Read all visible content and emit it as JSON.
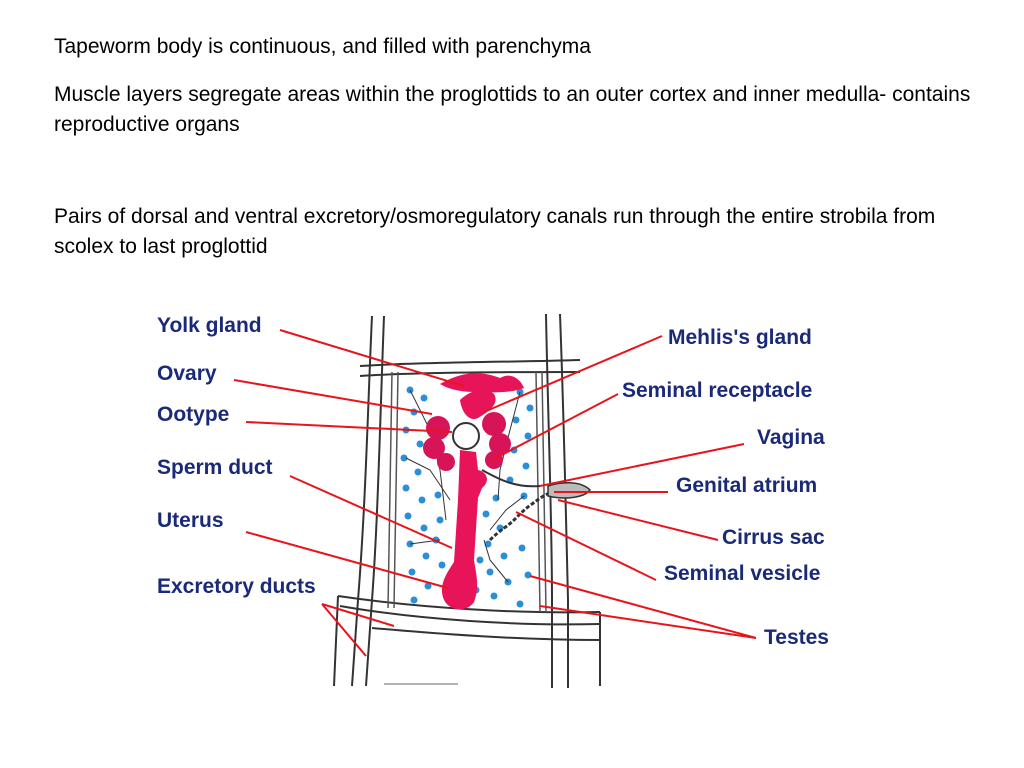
{
  "text": {
    "p1": "Tapeworm body is continuous, and filled with parenchyma",
    "p2": "Muscle layers segregate areas within the proglottids to an outer cortex and inner medulla- contains reproductive organs",
    "p3": "Pairs of dorsal and ventral excretory/osmoregulatory canals run through the entire strobila from scolex to last proglottid"
  },
  "diagram": {
    "labels": {
      "yolk_gland": "Yolk gland",
      "ovary": "Ovary",
      "ootype": "Ootype",
      "sperm_duct": "Sperm duct",
      "uterus": "Uterus",
      "excretory_ducts": "Excretory ducts",
      "mehlis_gland": "Mehlis's gland",
      "seminal_receptacle": "Seminal receptacle",
      "vagina": "Vagina",
      "genital_atrium": "Genital atrium",
      "cirrus_sac": "Cirrus sac",
      "seminal_vesicle": "Seminal vesicle",
      "testes": "Testes"
    },
    "colors": {
      "label_text": "#1a2a78",
      "leader_line": "#e8141c",
      "uterus": "#e8145a",
      "testes": "#2a8fd8",
      "body_outline": "#333333"
    }
  }
}
